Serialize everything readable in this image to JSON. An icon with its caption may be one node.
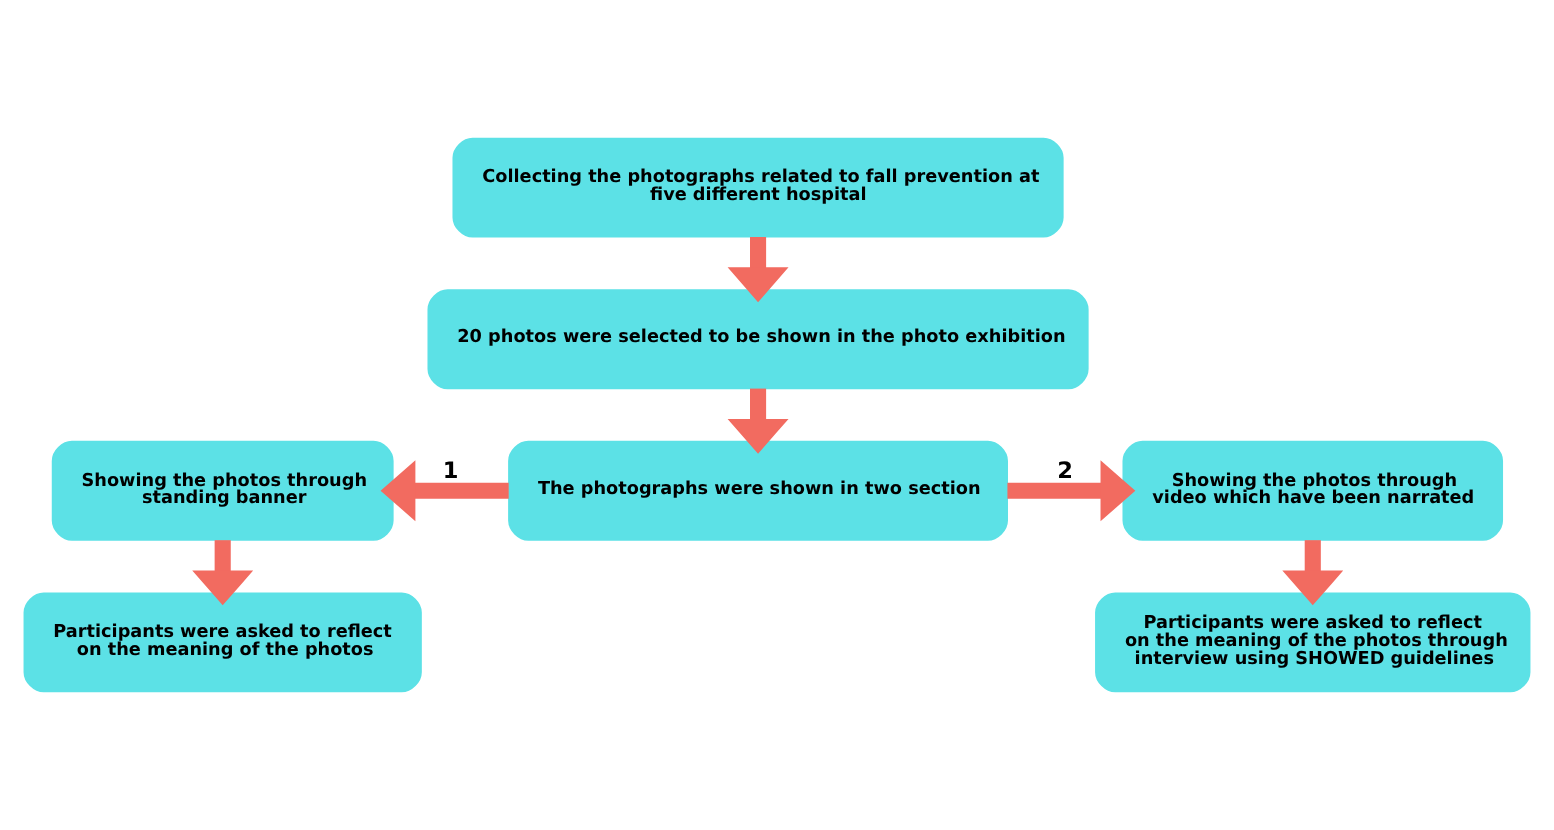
{
  "diagram": {
    "nodes": [
      {
        "text": [
          "Collecting the photographs related to fall prevention at five different hospital"
        ]
      },
      {
        "text": [
          "20 photos were selected to be shown in the photo exhibition"
        ]
      },
      {
        "text": [
          "Showing the photos through standing banner"
        ]
      },
      {
        "text": [
          "The photographs were shown in two section"
        ]
      },
      {
        "text": [
          "Showing the photos through video which have been narrated"
        ]
      },
      {
        "text": [
          "Participants were asked to reflect on the meaning of the photos"
        ]
      },
      {
        "text": [
          "Participants were asked to reflect on the meaning of the photos through interview using SHOWED guidelines"
        ]
      }
    ],
    "edges": [
      {
        "from": 0,
        "to": 1,
        "arrow": "to"
      },
      {
        "from": 1,
        "to": 3,
        "arrow": "to"
      },
      {
        "from": 3,
        "to": 2,
        "arrow": "to",
        "label": "1"
      },
      {
        "from": 3,
        "to": 4,
        "arrow": "to",
        "label": "2"
      },
      {
        "from": 2,
        "to": 5,
        "arrow": "to"
      },
      {
        "from": 4,
        "to": 6,
        "arrow": "to"
      }
    ]
  }
}
